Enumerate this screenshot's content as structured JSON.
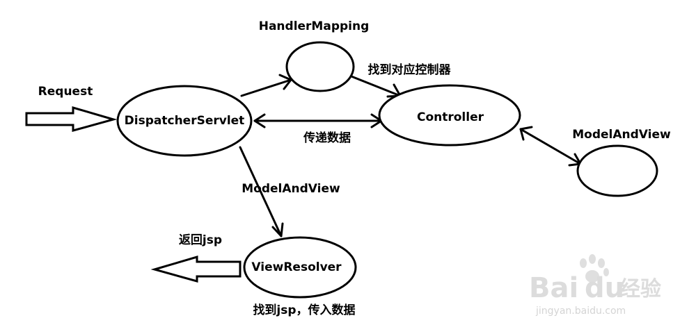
{
  "nodes": {
    "dispatcher": "DispatcherServlet",
    "controller": "Controller",
    "view_resolver": "ViewResolver",
    "handler_mapping": "HandlerMapping",
    "model_and_view_right": "ModelAndView"
  },
  "edges": {
    "request": "Request",
    "find_controller": "找到对应控制器",
    "pass_data": "传递数据",
    "model_and_view": "ModelAndView",
    "return_jsp": "返回jsp",
    "find_jsp": "找到jsp，传入数据"
  },
  "watermark": {
    "brand_left": "Bai",
    "brand_right": "du",
    "brand_cn": "经验",
    "url": "jingyan.baidu.com"
  }
}
